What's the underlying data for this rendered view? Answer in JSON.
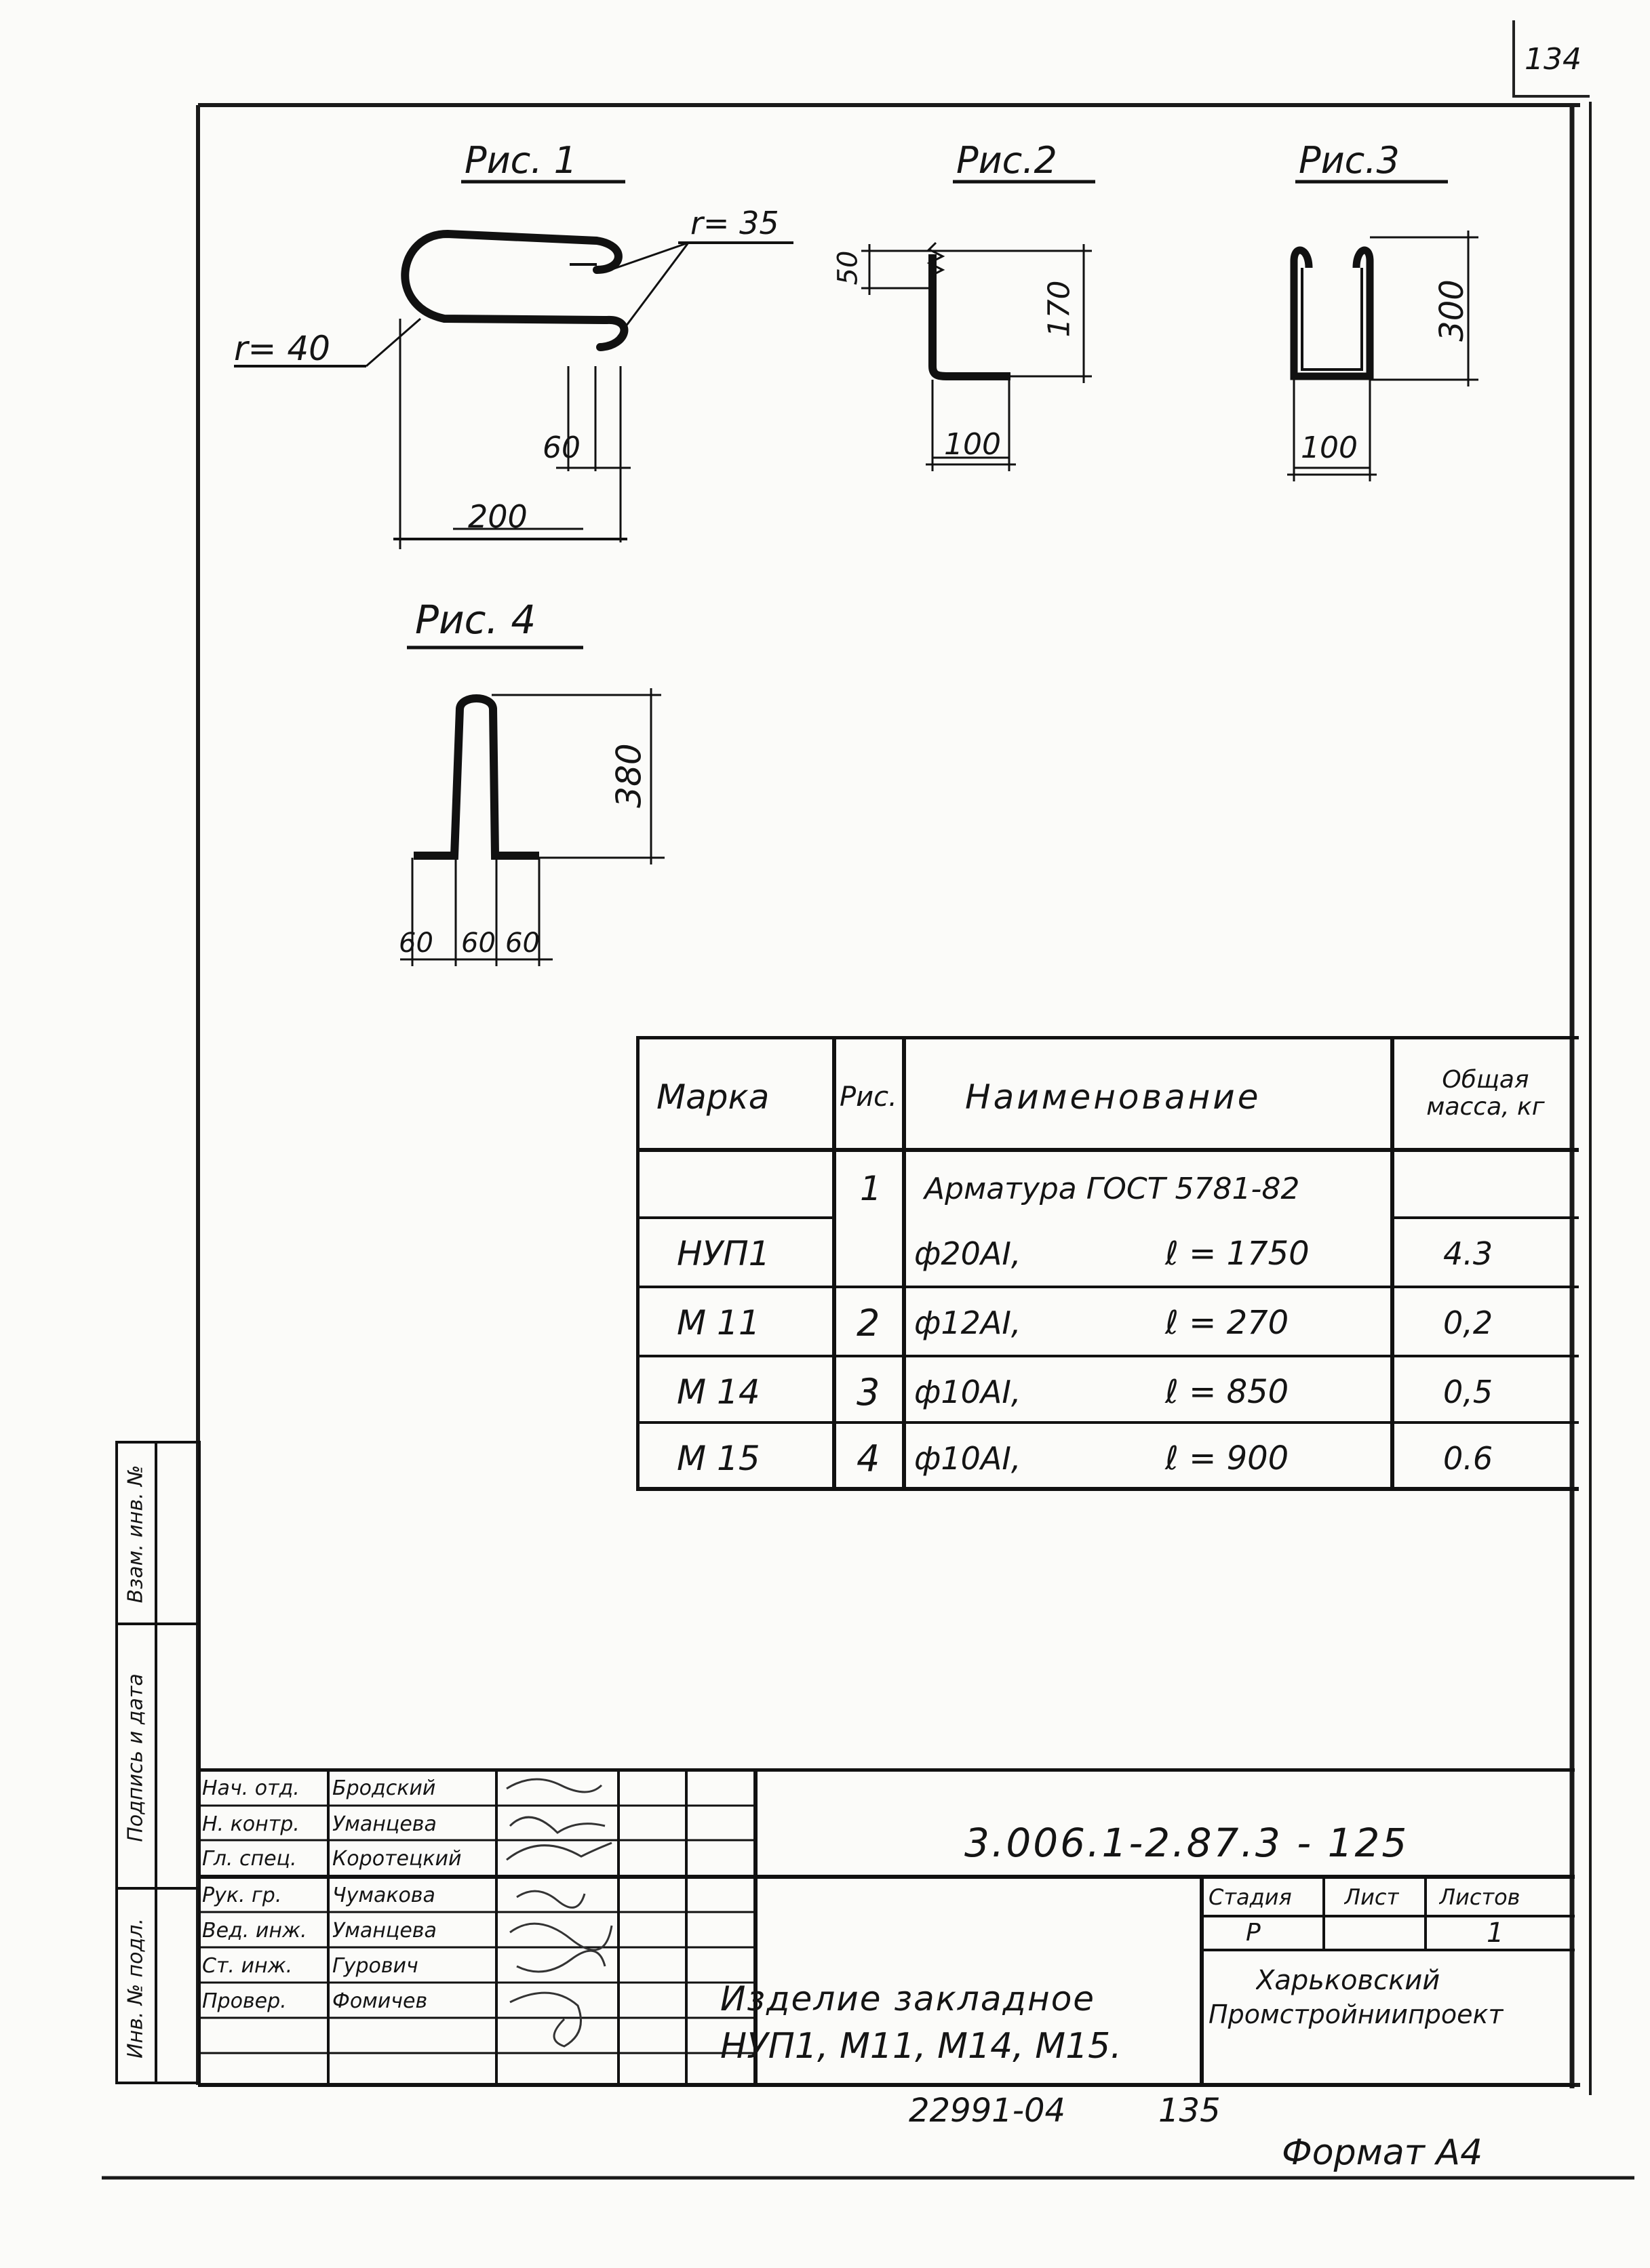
{
  "page_number": "134",
  "figures": {
    "fig1": {
      "caption": "Рис. 1",
      "dims": {
        "r_small": "r= 35",
        "r_large": "r= 40",
        "gap": "60",
        "length": "200"
      }
    },
    "fig2": {
      "caption": "Рис.2",
      "dims": {
        "top": "50",
        "height": "170",
        "width": "100"
      }
    },
    "fig3": {
      "caption": "Рис.3",
      "dims": {
        "height": "300",
        "width": "100"
      }
    },
    "fig4": {
      "caption": "Рис. 4",
      "dims": {
        "height": "380",
        "left": "60",
        "mid": "60",
        "right": "60"
      }
    }
  },
  "spec_table": {
    "headers": {
      "mark": "Марка",
      "fig": "Рис.",
      "name": "Наименование",
      "mass": "Общая масса, кг"
    },
    "material_row": {
      "fig": "1",
      "name": "Арматура ГОСТ 5781-82"
    },
    "rows": [
      {
        "mark": "НУП1",
        "fig": "",
        "bar": "ф20АI,",
        "len": "ℓ = 1750",
        "mass": "4.3"
      },
      {
        "mark": "М 11",
        "fig": "2",
        "bar": "ф12АI,",
        "len": "ℓ = 270",
        "mass": "0,2"
      },
      {
        "mark": "М 14",
        "fig": "3",
        "bar": "ф10АI,",
        "len": "ℓ = 850",
        "mass": "0,5"
      },
      {
        "mark": "М 15",
        "fig": "4",
        "bar": "ф10АI,",
        "len": "ℓ = 900",
        "mass": "0.6"
      }
    ]
  },
  "side_stamp": {
    "field1": "Инв. № подл.",
    "field2": "Подпись и дата",
    "field3": "Взам. инв. №"
  },
  "title_block": {
    "signatures": [
      {
        "role": "Нач. отд.",
        "name": "Бродский"
      },
      {
        "role": "Н. контр.",
        "name": "Уманцева"
      },
      {
        "role": "Гл. спец.",
        "name": "Коротецкий"
      },
      {
        "role": "Рук. гр.",
        "name": "Чумакова"
      },
      {
        "role": "Вед. инж.",
        "name": "Уманцева"
      },
      {
        "role": "Ст. инж.",
        "name": "Гурович"
      },
      {
        "role": "Провер.",
        "name": "Фомичев"
      }
    ],
    "doc_code": "3.006.1-2.87.3 - 125",
    "title_line1": "Изделие закладное",
    "title_line2": "НУП1, М11, М14, М15.",
    "stage_label": "Стадия",
    "sheet_label": "Лист",
    "sheets_label": "Листов",
    "stage_value": "Р",
    "sheets_value": "1",
    "org_line1": "Харьковский",
    "org_line2": "Промстройниипроект"
  },
  "bottom": {
    "archive_code": "22991-04",
    "archive_page": "135",
    "format": "Формат А4"
  }
}
